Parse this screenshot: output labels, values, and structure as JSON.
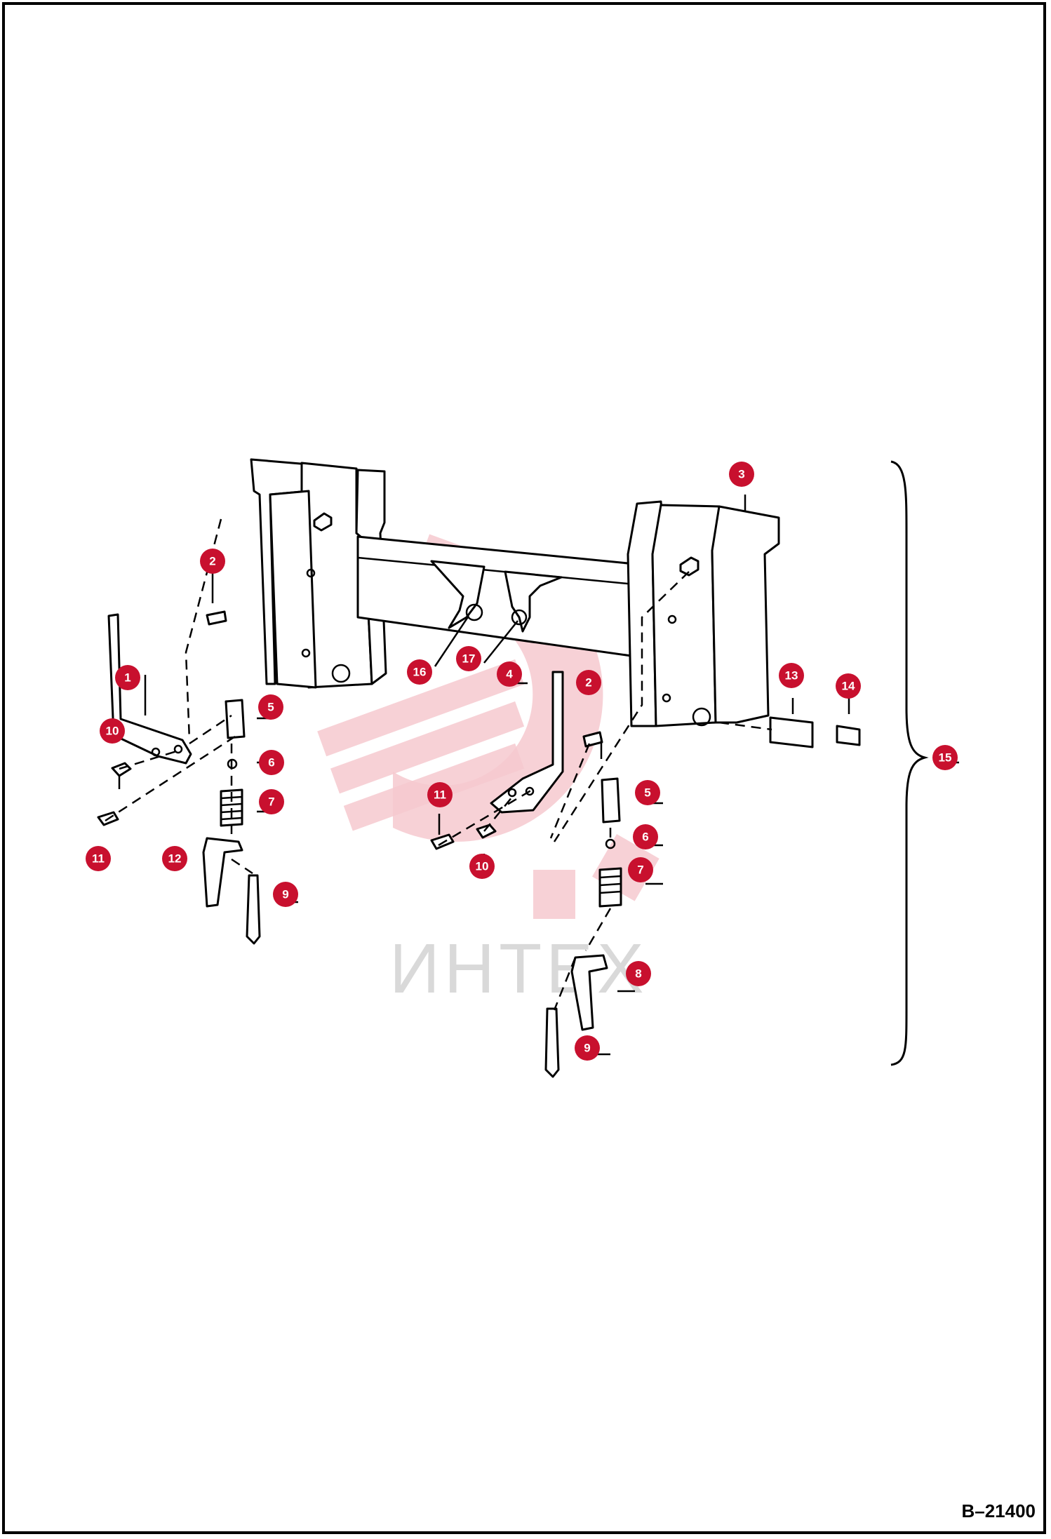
{
  "diagram": {
    "reference_code": "B–21400",
    "watermark_text": "ИНТЕХ",
    "colors": {
      "callout": "#c8102e",
      "watermark_logo": "#f6c9cf",
      "watermark_text": "#d9d9d9",
      "line": "#000000"
    },
    "callouts": [
      {
        "id": "c1",
        "label": "1"
      },
      {
        "id": "c2a",
        "label": "2"
      },
      {
        "id": "c2b",
        "label": "2"
      },
      {
        "id": "c3",
        "label": "3"
      },
      {
        "id": "c4",
        "label": "4"
      },
      {
        "id": "c5a",
        "label": "5"
      },
      {
        "id": "c5b",
        "label": "5"
      },
      {
        "id": "c6a",
        "label": "6"
      },
      {
        "id": "c6b",
        "label": "6"
      },
      {
        "id": "c7a",
        "label": "7"
      },
      {
        "id": "c7b",
        "label": "7"
      },
      {
        "id": "c8",
        "label": "8"
      },
      {
        "id": "c9a",
        "label": "9"
      },
      {
        "id": "c9b",
        "label": "9"
      },
      {
        "id": "c10a",
        "label": "10"
      },
      {
        "id": "c10b",
        "label": "10"
      },
      {
        "id": "c11a",
        "label": "11"
      },
      {
        "id": "c11b",
        "label": "11"
      },
      {
        "id": "c12",
        "label": "12"
      },
      {
        "id": "c13",
        "label": "13"
      },
      {
        "id": "c14",
        "label": "14"
      },
      {
        "id": "c15",
        "label": "15"
      },
      {
        "id": "c16",
        "label": "16"
      },
      {
        "id": "c17",
        "label": "17"
      }
    ]
  }
}
